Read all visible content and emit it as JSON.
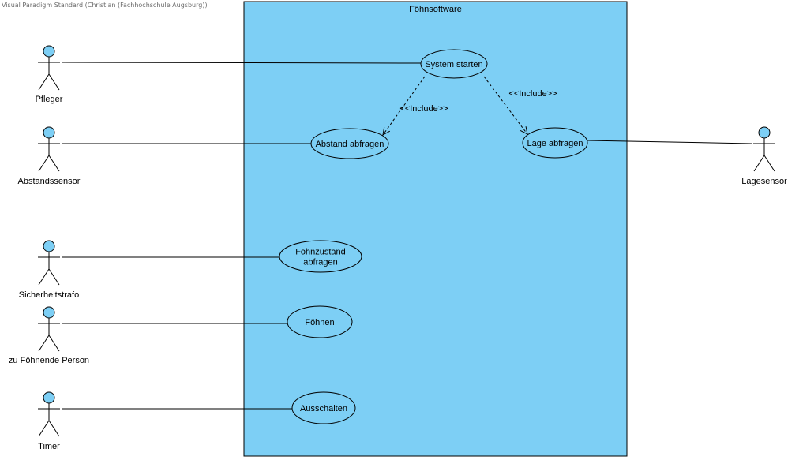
{
  "watermark": "Visual Paradigm Standard (Christian (Fachhochschule Augsburg))",
  "system": {
    "title": "Föhnsoftware",
    "fill": "#7dcff5"
  },
  "actor_fill": "#7dcff5",
  "usecase_fill": "#7dcff5",
  "actors": [
    {
      "id": "pfleger",
      "label": "Pfleger"
    },
    {
      "id": "abstandssensor",
      "label": "Abstandssensor"
    },
    {
      "id": "sicherheitstrafo",
      "label": "Sicherheitstrafo"
    },
    {
      "id": "person",
      "label": "zu Föhnende Person"
    },
    {
      "id": "timer",
      "label": "Timer"
    },
    {
      "id": "lagesensor",
      "label": "Lagesensor"
    }
  ],
  "usecases": [
    {
      "id": "system-starten",
      "lines": [
        "System starten"
      ]
    },
    {
      "id": "abstand-abfragen",
      "lines": [
        "Abstand abfragen"
      ]
    },
    {
      "id": "lage-abfragen",
      "lines": [
        "Lage abfragen"
      ]
    },
    {
      "id": "foehnzustand-abfragen",
      "lines": [
        "Föhnzustand",
        "abfragen"
      ]
    },
    {
      "id": "foehnen",
      "lines": [
        "Föhnen"
      ]
    },
    {
      "id": "ausschalten",
      "lines": [
        "Ausschalten"
      ]
    }
  ],
  "associations": [
    {
      "actor": "pfleger",
      "usecase": "system-starten"
    },
    {
      "actor": "abstandssensor",
      "usecase": "abstand-abfragen"
    },
    {
      "actor": "sicherheitstrafo",
      "usecase": "foehnzustand-abfragen"
    },
    {
      "actor": "person",
      "usecase": "foehnen"
    },
    {
      "actor": "timer",
      "usecase": "ausschalten"
    },
    {
      "actor": "lagesensor",
      "usecase": "lage-abfragen"
    }
  ],
  "includes": [
    {
      "from": "system-starten",
      "to": "abstand-abfragen",
      "label": "<<Include>>"
    },
    {
      "from": "system-starten",
      "to": "lage-abfragen",
      "label": "<<Include>>"
    }
  ]
}
